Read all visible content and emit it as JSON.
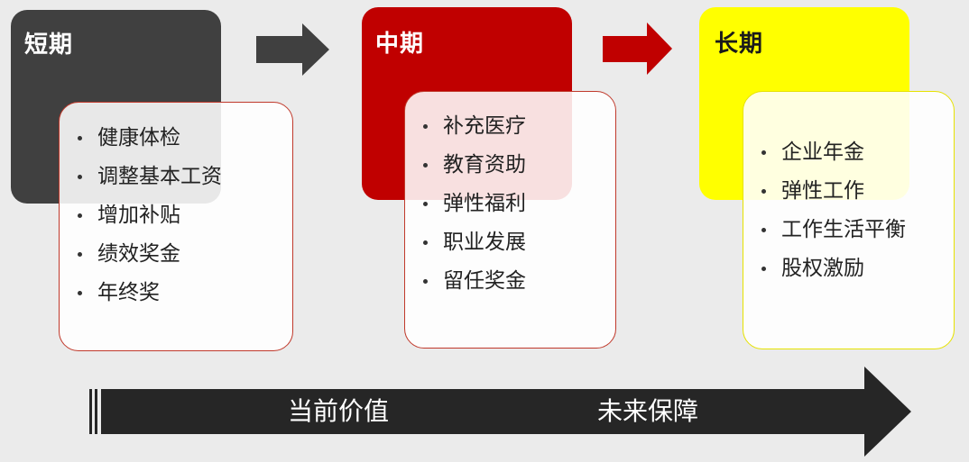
{
  "colors": {
    "short_term": "#404040",
    "mid_term": "#c00000",
    "long_term": "#ffff00",
    "arrow_dark": "#404040",
    "arrow_red": "#c00000",
    "bottom_arrow": "#262626"
  },
  "stages": [
    {
      "title": "短期",
      "items": [
        "健康体检",
        "调整基本工资",
        "增加补贴",
        "绩效奖金",
        "年终奖"
      ]
    },
    {
      "title": "中期",
      "items": [
        "补充医疗",
        "教育资助",
        "弹性福利",
        "职业发展",
        "留任奖金"
      ]
    },
    {
      "title": "长期",
      "items": [
        "企业年金",
        "弹性工作",
        "工作生活平衡",
        "股权激励"
      ]
    }
  ],
  "timeline": {
    "left_label": "当前价值",
    "right_label": "未来保障"
  }
}
